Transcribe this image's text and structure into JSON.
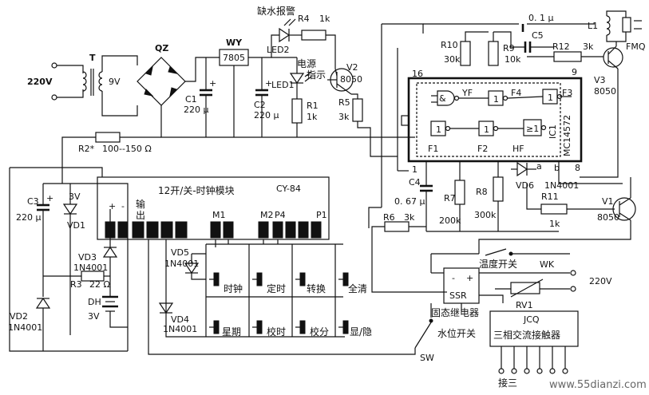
{
  "power": {
    "ac_in": "220V",
    "transformer": "T",
    "sec_voltage": "9V",
    "bridge": "QZ",
    "c1": "C1",
    "c1_val": "220 μ",
    "regulator_ref": "WY",
    "regulator": "7805",
    "c2": "C2",
    "c2_val": "220 μ",
    "r2": "R2*",
    "r2_val": "100--150 Ω"
  },
  "alarm": {
    "title": "缺水报警",
    "led2": "LED2",
    "r4": "R4",
    "r4_val": "1k",
    "led1": "LED1",
    "power_ind": "电源",
    "power_ind2": "指示",
    "r1": "R1",
    "r1_val": "1k",
    "v2": "V2",
    "v2_type": "8050",
    "r5": "R5",
    "r5_val": "3k"
  },
  "ic": {
    "c5_val": "0. 1 μ",
    "c5": "C5",
    "r10": "R10",
    "r10_val": "30k",
    "r9": "R9",
    "r9_val": "10k",
    "r12": "R12",
    "r12_val": "3k",
    "pin16": "16",
    "pin9": "9",
    "pin1": "1",
    "pin_b": "b",
    "pin8": "8",
    "pin_a": "a",
    "gate_yf": "YF",
    "gate_f4": "F4",
    "gate_f3": "F3",
    "gate_f1": "F1",
    "gate_f2": "F2",
    "gate_hf": "HF",
    "ic_ref": "IC1",
    "ic_type": "MC14572",
    "c4": "C4",
    "c4_val": "0. 67 μ",
    "r7": "R7",
    "r7_val": "200k",
    "r8": "R8",
    "r8_val": "300k",
    "vd6": "VD6",
    "vd6_type": "1N4001",
    "r11": "R11",
    "r11_val": "1k",
    "v1": "V1",
    "v1_type": "8050",
    "r6": "R6",
    "r6_val": "3k"
  },
  "buzzer": {
    "l1": "L1",
    "fmq": "FMQ",
    "v3": "V3",
    "v3_type": "8050"
  },
  "clock": {
    "title": "12开/关-时钟模块",
    "model": "CY-84",
    "plus": "+",
    "minus": "-",
    "output": "输",
    "output2": "出",
    "m1": "M1",
    "m2": "M2",
    "p4": "P4",
    "p1": "P1",
    "btn_clock": "时钟",
    "btn_timer": "定时",
    "btn_switch": "转换",
    "btn_clear": "全清",
    "btn_week": "星期",
    "btn_adjtime": "校时",
    "btn_adjmin": "校分",
    "btn_show": "显/隐",
    "vd5": "VD5",
    "vd5_type": "1N4001",
    "vd4": "VD4",
    "vd4_type": "1N4001"
  },
  "battery": {
    "c3": "C3",
    "c3_val": "220 μ",
    "vd1_v": "3V",
    "vd1": "VD1",
    "vd3": "VD3",
    "vd3_type": "1N4001",
    "r3": "R3",
    "r3_val": "22 Ω",
    "dh": "DH",
    "dh_v": "3V",
    "vd2": "VD2",
    "vd2_type": "1N4001"
  },
  "output_stage": {
    "temp_switch": "温度开关",
    "wk": "WK",
    "ac_out": "220V",
    "ssr": "SSR",
    "ssr_name": "固态继电器",
    "rv1": "RV1",
    "water_switch": "水位开关",
    "sw": "SW",
    "jcq": "JCQ",
    "contactor": "三相交流接触器",
    "connect": "接三"
  },
  "watermark": "www.55dianzi.com"
}
